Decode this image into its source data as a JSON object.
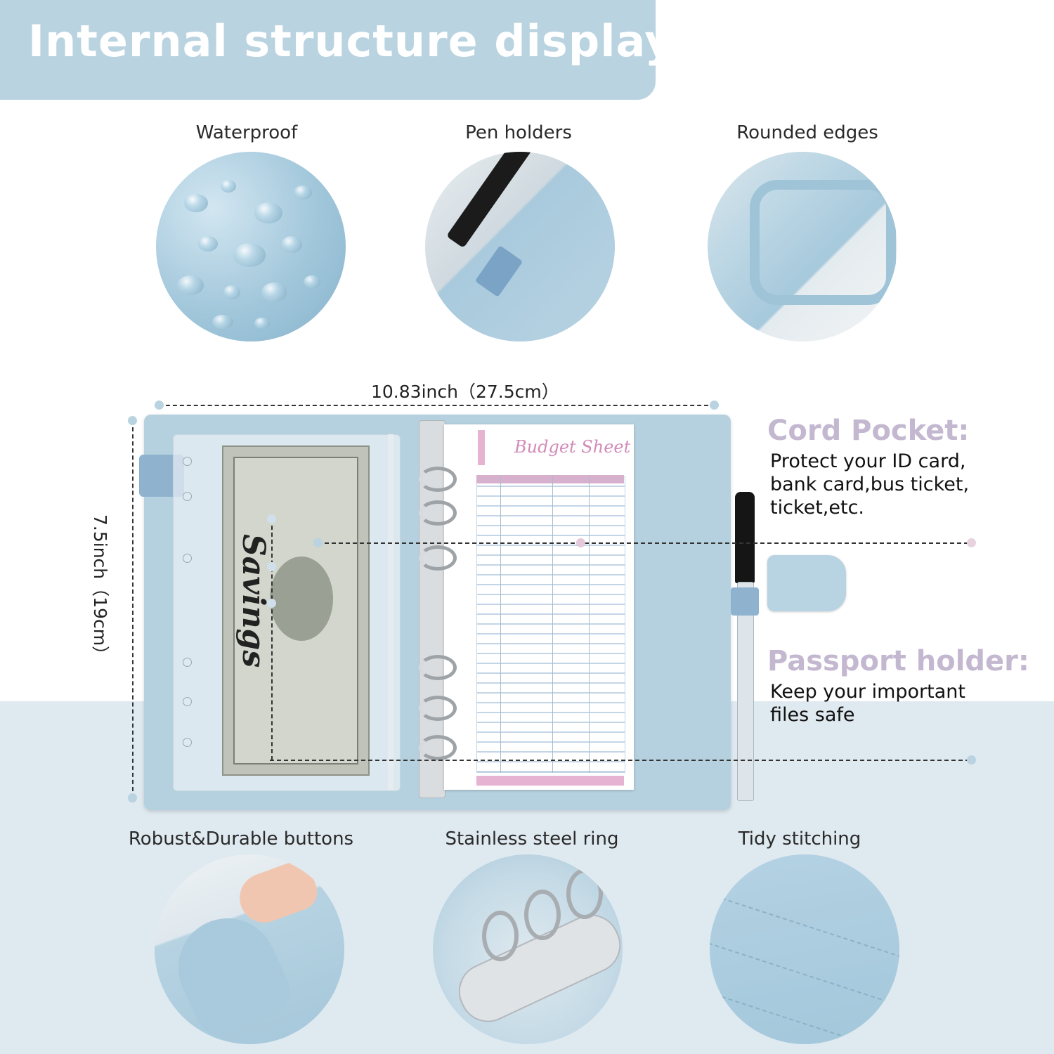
{
  "banner": {
    "title": "Internal structure display"
  },
  "top_features": [
    {
      "label": "Waterproof",
      "icon": "water-drops-photo"
    },
    {
      "label": "Pen holders",
      "icon": "pen-holder-photo"
    },
    {
      "label": "Rounded edges",
      "icon": "rounded-edge-photo"
    }
  ],
  "dimensions": {
    "width_label": "10.83inch（27.5cm）",
    "height_label": "7.5inch（19cm）"
  },
  "product": {
    "pouch_label": "Savings",
    "sheet_title": "Budget Sheet"
  },
  "callouts": [
    {
      "title": "Cord Pocket:",
      "desc": [
        "Protect your ID card,",
        "bank card,bus ticket,",
        "ticket,etc."
      ]
    },
    {
      "title": "Passport holder:",
      "desc": [
        "Keep your important",
        "files safe"
      ]
    }
  ],
  "bottom_features": [
    {
      "label": "Robust&Durable buttons",
      "icon": "snap-button-photo"
    },
    {
      "label": "Stainless steel ring",
      "icon": "steel-ring-photo"
    },
    {
      "label": "Tidy stitching",
      "icon": "stitching-photo"
    }
  ],
  "colors": {
    "banner": "#b9d3e0",
    "accent_title": "#c3b8d0",
    "lower_background": "#dfe9f0"
  }
}
